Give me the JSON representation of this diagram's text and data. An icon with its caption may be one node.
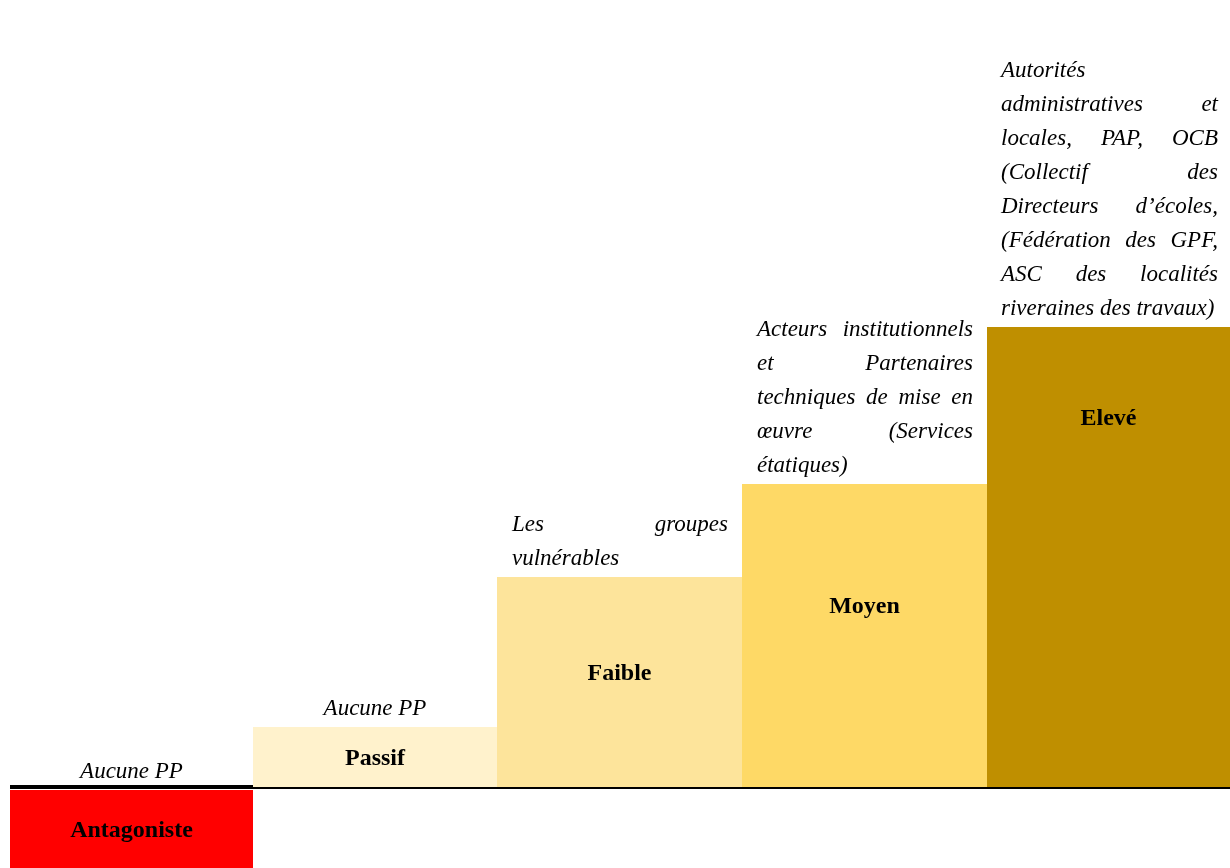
{
  "diagram": {
    "nodes": [
      {
        "text": [
          "Antagoniste"
        ],
        "beside": [
          "Aucune PP"
        ]
      },
      {
        "text": [
          "Passif"
        ],
        "beside": [
          "Aucune PP"
        ]
      },
      {
        "text": [
          "Faible"
        ],
        "beside": [
          "Les groupes vulnérables"
        ]
      },
      {
        "text": [
          "Moyen"
        ],
        "beside": [
          "Acteurs institutionnels et Partenaires techniques de mise en œuvre (Services étatiques)"
        ]
      },
      {
        "text": [
          "Elevé"
        ],
        "beside": [
          "Autorités administratives et locales, PAP, OCB (Collectif des Directeurs d’écoles, (Fédération des GPF, ASC des localités riveraines des travaux)"
        ]
      }
    ]
  }
}
